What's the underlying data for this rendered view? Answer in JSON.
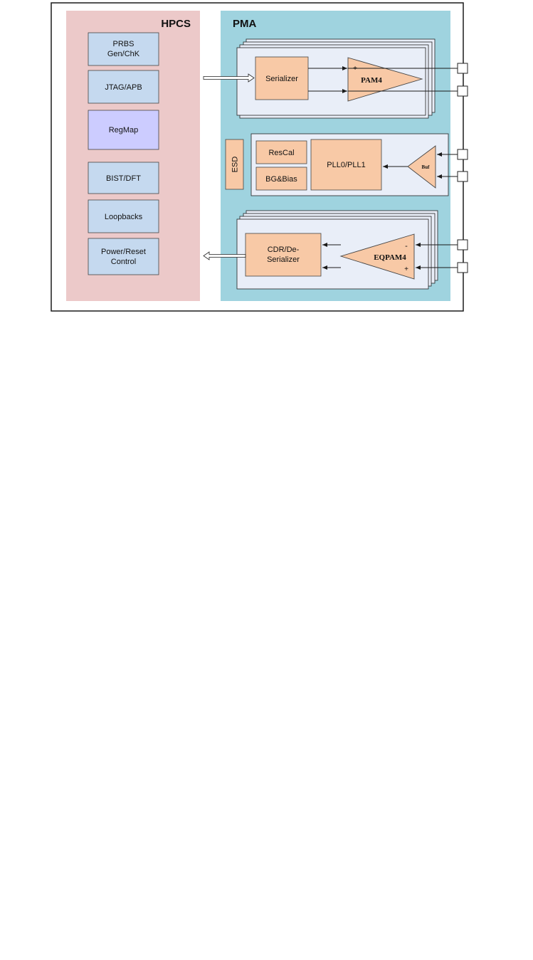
{
  "colors": {
    "hpcs_bg": "#ecc9c9",
    "pma_bg": "#9fd3df",
    "block_blue": "#c5d9ef",
    "block_purple": "#ccccff",
    "block_orange": "#f8c9a6",
    "lane_bg": "#e9eef8"
  },
  "hpcs": {
    "title": "HPCS",
    "blocks": {
      "prbs": [
        "PRBS",
        "Gen/ChK"
      ],
      "jtag": "JTAG/APB",
      "regmap": "RegMap",
      "bist": "BIST/DFT",
      "loopbacks": "Loopbacks",
      "power_reset": [
        "Power/Reset",
        "Control"
      ]
    }
  },
  "pma": {
    "title": "PMA",
    "tx": {
      "serializer": "Serializer",
      "amp": "PAM4",
      "plus": "+",
      "minus": "-"
    },
    "esd": "ESD",
    "clock": {
      "rescal": "ResCal",
      "bgbias": "BG&Bias",
      "pll": "PLL0/PLL1",
      "buf": "Buf"
    },
    "rx": {
      "cdr": [
        "CDR/De-",
        "Serializer"
      ],
      "amp": "EQPAM4",
      "minus": "-",
      "plus": "+"
    }
  }
}
